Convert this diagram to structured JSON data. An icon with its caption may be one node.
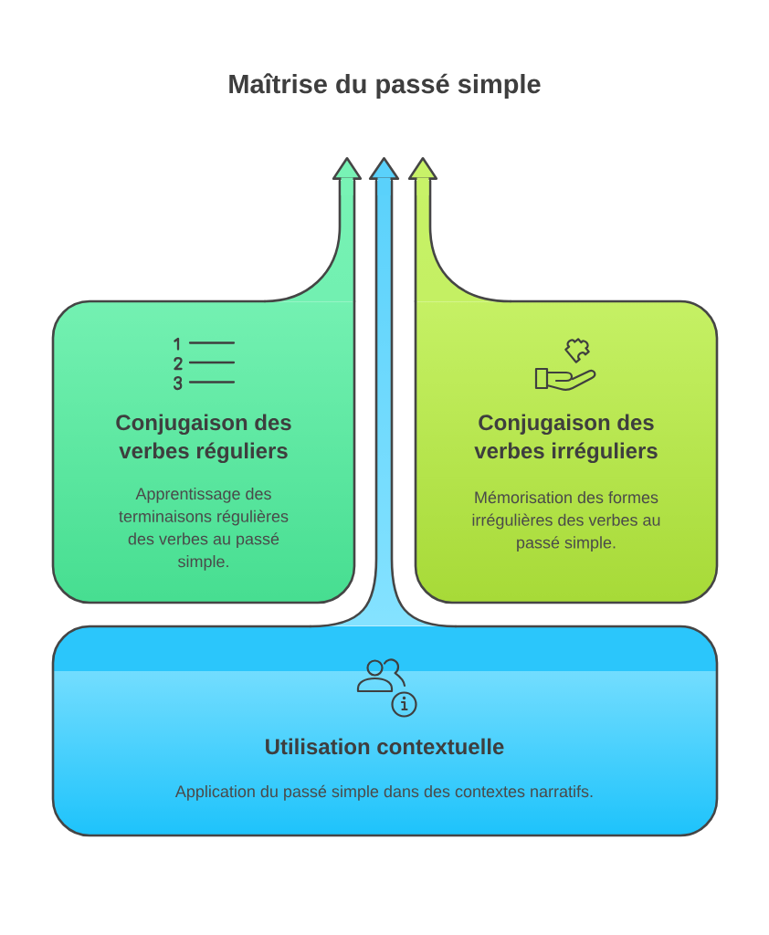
{
  "diagram": {
    "title": "Maîtrise du passé simple",
    "nodes": [
      {
        "text": [
          "Conjugaison des verbes réguliers",
          "Apprentissage des terminaisons régulières des verbes au passé simple."
        ]
      },
      {
        "text": [
          "Conjugaison des verbes irréguliers",
          "Mémorisation des formes irrégulières des verbes au passé simple."
        ]
      },
      {
        "text": [
          "Utilisation contextuelle",
          "Application du passé simple dans des contextes narratifs."
        ]
      }
    ],
    "edges": [
      {
        "from": 0,
        "to": null,
        "arrow": "to"
      },
      {
        "from": 2,
        "to": null,
        "arrow": "to"
      },
      {
        "from": 1,
        "to": null,
        "arrow": "to"
      }
    ]
  }
}
